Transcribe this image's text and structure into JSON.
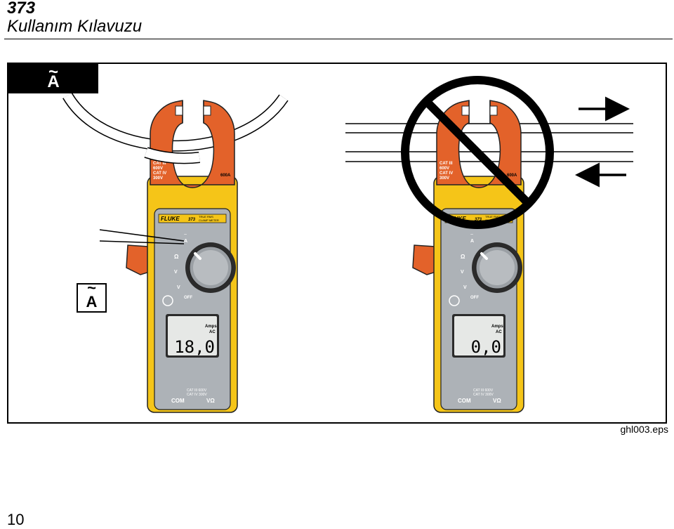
{
  "header": {
    "number": "373",
    "title": "Kullanım Kılavuzu"
  },
  "figure": {
    "tab_label": "A",
    "tab_tilde": "~",
    "callout_label": "A",
    "callout_tilde": "~",
    "file_ref": "ghl003.eps",
    "meter_left": {
      "brand": "FLUKE",
      "model": "373",
      "desc1": "TRUE RMS",
      "desc2": "CLAMP METER",
      "jaw_cat1": "CAT III",
      "jaw_v1": "600V",
      "jaw_cat2": "CAT IV",
      "jaw_v2": "300V",
      "jaw_rating": "600A",
      "dial_amps": "A",
      "dial_ohm": "Ω",
      "dial_vdc": "V",
      "dial_vac": "V",
      "dial_off": "OFF",
      "lcd_unit1": "Amps",
      "lcd_unit2": "AC",
      "reading": "18,0",
      "terminal_com": "COM",
      "terminal_v": "VΩ",
      "terminal_cat1": "CAT III 600V",
      "terminal_cat2": "CAT IV 300V"
    },
    "meter_right": {
      "brand": "FLUKE",
      "model": "373",
      "desc1": "TRUE RMS",
      "desc2": "CLAMP METER",
      "jaw_cat1": "CAT III",
      "jaw_v1": "600V",
      "jaw_cat2": "CAT IV",
      "jaw_v2": "300V",
      "jaw_rating": "600A",
      "dial_amps": "A",
      "dial_ohm": "Ω",
      "dial_vdc": "V",
      "dial_vac": "V",
      "dial_off": "OFF",
      "lcd_unit1": "Amps",
      "lcd_unit2": "AC",
      "reading": "0,0",
      "terminal_com": "COM",
      "terminal_v": "VΩ",
      "terminal_cat1": "CAT III 600V",
      "terminal_cat2": "CAT IV 300V"
    }
  },
  "footer": {
    "page_number": "10"
  },
  "colors": {
    "jaw": "#E3622A",
    "body": "#F5C518",
    "face": "#ADB2B7",
    "lcd": "#E6E8E6",
    "prohibit": "#000000"
  }
}
